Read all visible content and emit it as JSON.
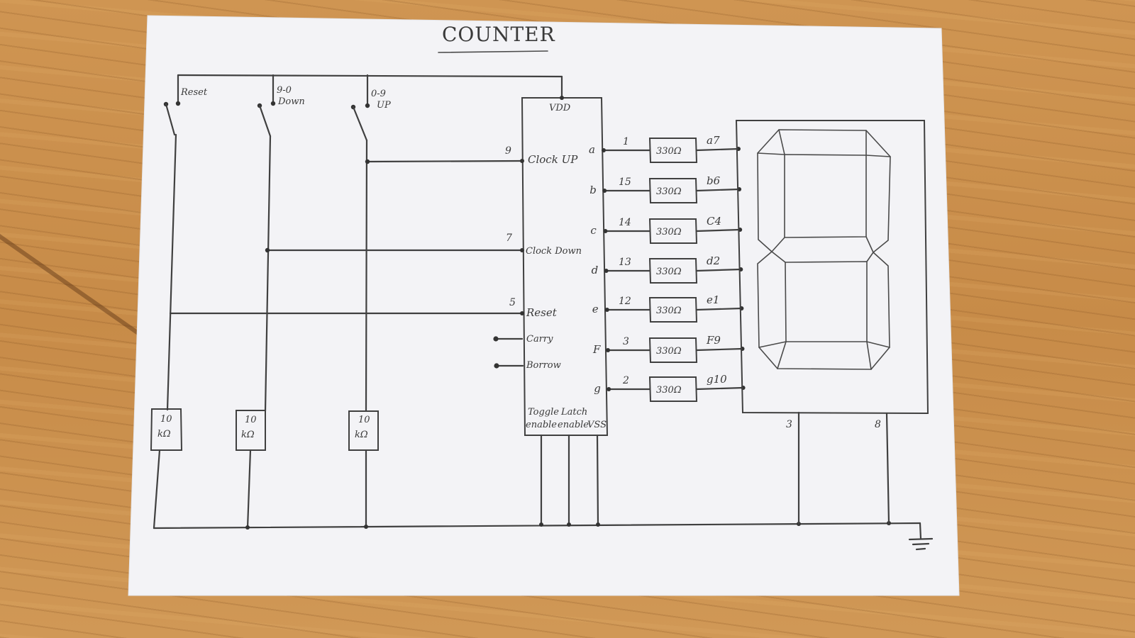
{
  "title": "COUNTER",
  "switches": [
    {
      "label": "Reset",
      "label2": ""
    },
    {
      "label": "9-0",
      "label2": "Down"
    },
    {
      "label": "0-9",
      "label2": "UP"
    }
  ],
  "pullup_resistors": [
    {
      "line1": "10",
      "line2": "kΩ"
    },
    {
      "line1": "10",
      "line2": "kΩ"
    },
    {
      "line1": "10",
      "line2": "kΩ"
    }
  ],
  "ic": {
    "vdd": "VDD",
    "inputs": [
      {
        "pin": "9",
        "name": "Clock UP"
      },
      {
        "pin": "7",
        "name": "Clock Down"
      },
      {
        "pin": "5",
        "name": "Reset"
      }
    ],
    "outputs_left": [
      {
        "name": "Carry"
      },
      {
        "name": "Borrow"
      }
    ],
    "bottom": {
      "toggle": "Toggle",
      "enable1": "enable",
      "latch": "Latch",
      "enable2": "enable",
      "vss": "VSS"
    }
  },
  "segments": [
    {
      "seg": "a",
      "pin": "1",
      "resistor": "330Ω",
      "display": "a7"
    },
    {
      "seg": "b",
      "pin": "15",
      "resistor": "330Ω",
      "display": "b6"
    },
    {
      "seg": "c",
      "pin": "14",
      "resistor": "330Ω",
      "display": "C4"
    },
    {
      "seg": "d",
      "pin": "13",
      "resistor": "330Ω",
      "display": "d2"
    },
    {
      "seg": "e",
      "pin": "12",
      "resistor": "330Ω",
      "display": "e1"
    },
    {
      "seg": "F",
      "pin": "3",
      "resistor": "330Ω",
      "display": "F9"
    },
    {
      "seg": "g",
      "pin": "2",
      "resistor": "330Ω",
      "display": "g10"
    }
  ],
  "display_common": [
    {
      "pin": "3"
    },
    {
      "pin": "8"
    }
  ],
  "colors": {
    "paper": "#f4f4f6",
    "ink": "#404040",
    "wood": "#c98e4c"
  }
}
